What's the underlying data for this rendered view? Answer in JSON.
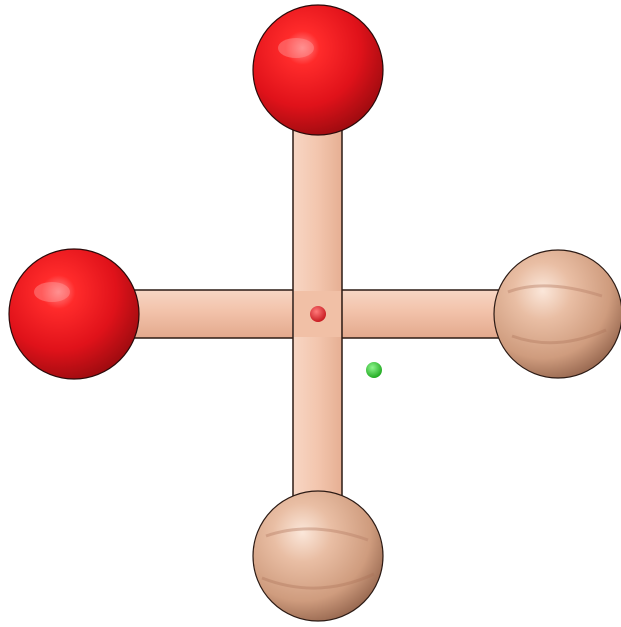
{
  "model": {
    "colors": {
      "background": "#ffffff",
      "rod": "#f2c2aa",
      "rod_outline": "#2b1a14",
      "sphere_red": "#e0121a",
      "sphere_bronze": "#d9a98c",
      "center_marker": "#e31c22",
      "offset_marker": "#22c422"
    },
    "spheres": [
      {
        "id": "top",
        "material": "red"
      },
      {
        "id": "left",
        "material": "red"
      },
      {
        "id": "right",
        "material": "bronze"
      },
      {
        "id": "bottom",
        "material": "bronze"
      }
    ]
  }
}
